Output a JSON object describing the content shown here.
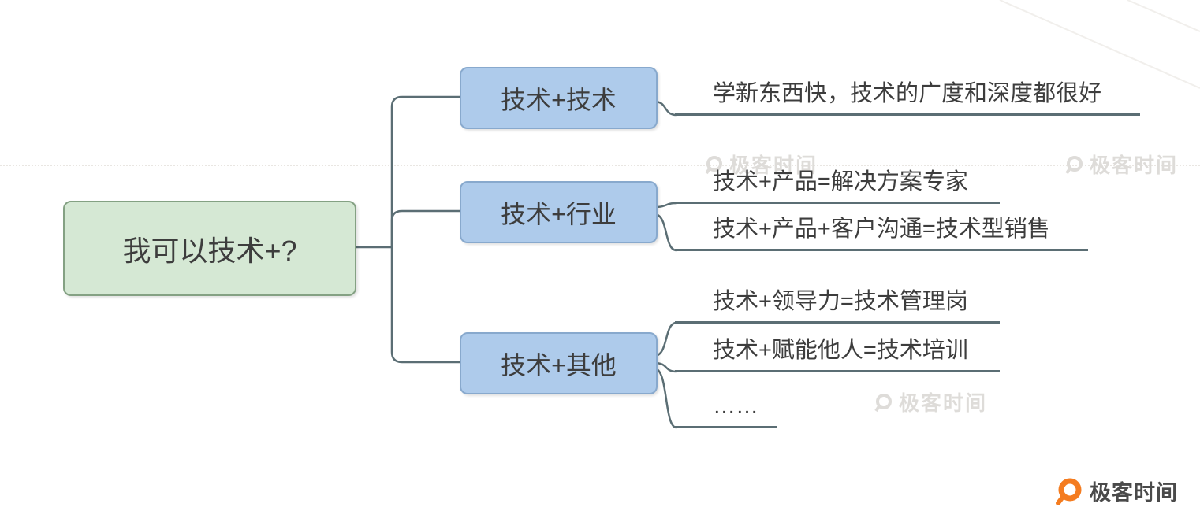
{
  "diagram": {
    "root": {
      "label": "我可以技术+?"
    },
    "branches": [
      {
        "label": "技术+技术",
        "leaves": [
          "学新东西快，技术的广度和深度都很好"
        ]
      },
      {
        "label": "技术+行业",
        "leaves": [
          "技术+产品=解决方案专家",
          "技术+产品+客户沟通=技术型销售"
        ]
      },
      {
        "label": "技术+其他",
        "leaves": [
          "技术+领导力=技术管理岗",
          "技术+赋能他人=技术培训",
          "……"
        ]
      }
    ]
  },
  "watermark": {
    "text": "极客时间"
  },
  "footer_logo": {
    "text": "极客时间"
  },
  "colors": {
    "root_fill": "#d5e8d4",
    "root_border": "#84a183",
    "branch_fill": "#aecbeb",
    "branch_border": "#88a9cd",
    "line": "#5b6e74",
    "brand_orange": "#f47c20",
    "watermark_gray": "#dedcd9"
  }
}
